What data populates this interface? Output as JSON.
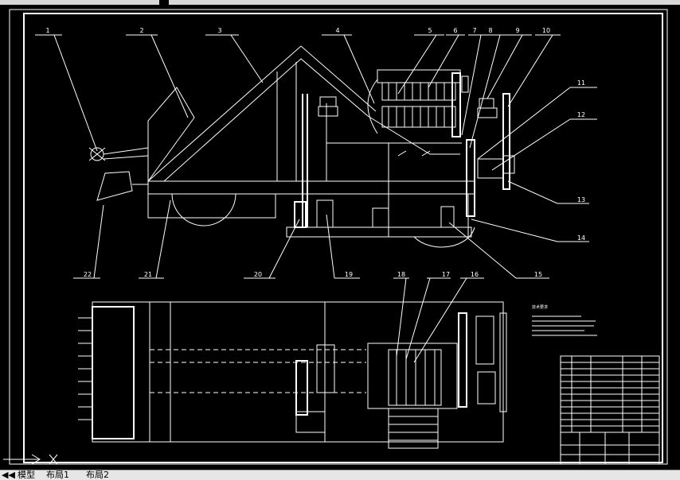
{
  "drawing": {
    "part_labels": [
      "1",
      "2",
      "3",
      "4",
      "5",
      "6",
      "7",
      "8",
      "9",
      "10",
      "11",
      "12",
      "13",
      "14",
      "15",
      "19",
      "20",
      "21",
      "22",
      "18",
      "17",
      "16"
    ],
    "notes_title": "技术要求"
  },
  "statusbar": {
    "tabs": [
      "模型",
      "布局1",
      "布局2"
    ]
  }
}
